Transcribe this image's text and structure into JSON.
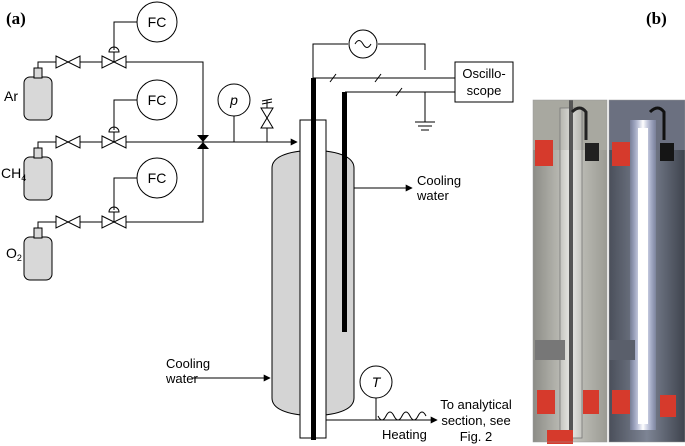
{
  "panels": {
    "a": "(a)",
    "b": "(b)"
  },
  "gases": [
    {
      "name": "Ar",
      "sub": ""
    },
    {
      "name": "CH",
      "sub": "4"
    },
    {
      "name": "O",
      "sub": "2"
    }
  ],
  "controllers": {
    "flow": "FC",
    "pressure": "p",
    "temperature": "T"
  },
  "oscilloscope": {
    "line1": "Oscillo-",
    "line2": "scope"
  },
  "cooling_out": {
    "line1": "Cooling",
    "line2": "water"
  },
  "cooling_in": {
    "line1": "Cooling",
    "line2": "water"
  },
  "heating": "Heating",
  "analytical": {
    "line1": "To analytical",
    "line2": "section, see",
    "line3": "Fig. 2"
  },
  "colors": {
    "reactor": "#d4d4d4",
    "electrode": "#000000",
    "cylinder": "#d8d8d8",
    "plasma": "#f4f7ff",
    "cap": "#d63a2c"
  }
}
